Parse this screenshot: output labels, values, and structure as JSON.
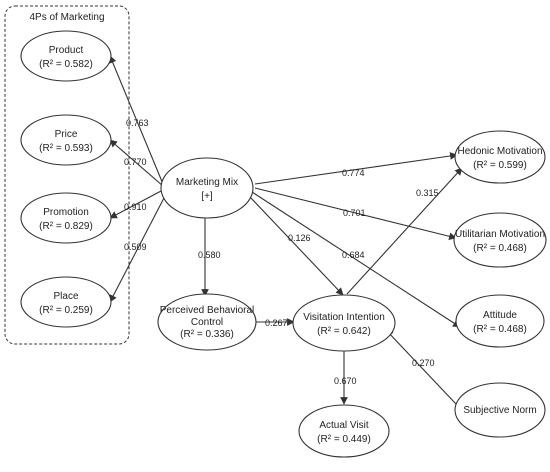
{
  "colors": {
    "line": "#333333",
    "node_fill": "#ffffff",
    "text": "#222222",
    "background": "#ffffff"
  },
  "group": {
    "title": "4Ps of Marketing"
  },
  "nodes": {
    "product": {
      "name": "Product",
      "r2": "(R² = 0.582)"
    },
    "price": {
      "name": "Price",
      "r2": "(R² = 0.593)"
    },
    "promotion": {
      "name": "Promotion",
      "r2": "(R² = 0.829)"
    },
    "place": {
      "name": "Place",
      "r2": "(R² = 0.259)"
    },
    "mix": {
      "name": "Marketing Mix",
      "r2": "[+]"
    },
    "pbc": {
      "name": "Perceived Behavioral",
      "name2": "Control",
      "r2": "(R² = 0.336)"
    },
    "intention": {
      "name": "Visitation Intention",
      "r2": "(R² = 0.642)"
    },
    "visit": {
      "name": "Actual Visit",
      "r2": "(R² = 0.449)"
    },
    "hedonic": {
      "name": "Hedonic Motivation",
      "r2": "(R² = 0.599)"
    },
    "utilitarian": {
      "name": "Utilitarian Motivation",
      "r2": "(R² = 0.468)"
    },
    "attitude": {
      "name": "Attitude",
      "r2": "(R² = 0.468)"
    },
    "subjective": {
      "name": "Subjective Norm"
    }
  },
  "edges": {
    "mix_product": "0.763",
    "mix_price": "0.770",
    "mix_promotion": "0.910",
    "mix_place": "0.509",
    "mix_pbc": "0.580",
    "mix_hedonic": "0.774",
    "mix_utilitarian": "0.701",
    "mix_attitude": "0.684",
    "mix_intention": "0.126",
    "pbc_intention": "0.267",
    "intention_visit": "0.670",
    "attitude_hedonic": "0.315",
    "subjective_intention": "0.270"
  }
}
